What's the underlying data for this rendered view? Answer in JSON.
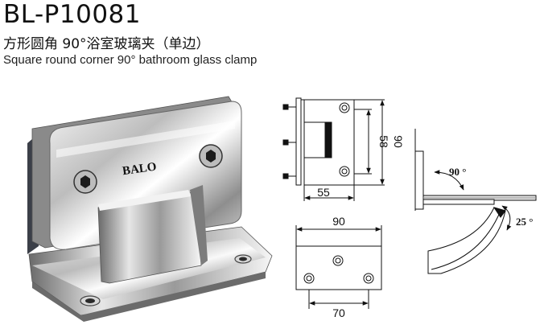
{
  "header": {
    "model": "BL-P10081",
    "name_cn": "方形圆角 90°浴室玻璃夹（单边）",
    "name_en": "Square round corner 90° bathroom glass clamp"
  },
  "product": {
    "brand": "BALO"
  },
  "side_view": {
    "dim_width": "55",
    "dim_inner_height": "58",
    "dim_height": "90"
  },
  "plate_view": {
    "dim_width": "90",
    "dim_hole_spacing": "70"
  },
  "angle_view": {
    "angle_top": "90 °",
    "angle_bottom": "25 °"
  }
}
